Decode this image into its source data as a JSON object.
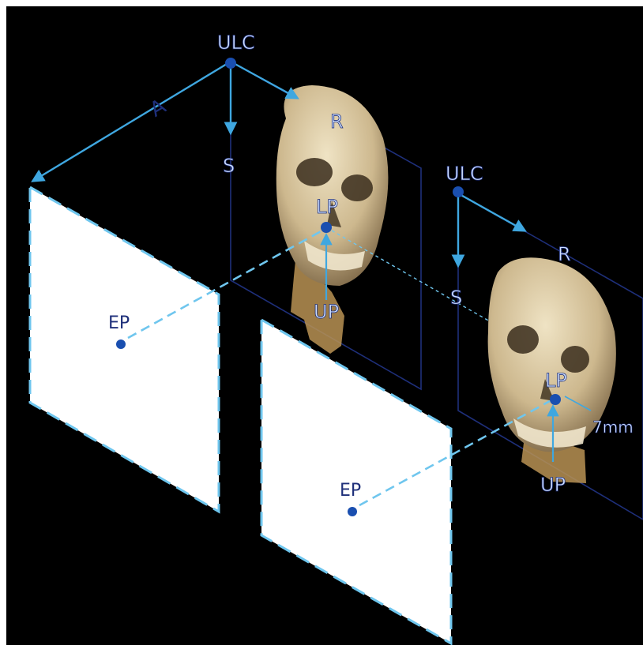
{
  "colors": {
    "background": "#000000",
    "frame": "#ffffff",
    "axis": "#3fa7e0",
    "dashed": "#6fc6ee",
    "outline": "#1e2f7a",
    "point": "#1a4fb0",
    "label": "#cfe0ff",
    "bone": "#d8c8a0",
    "bone_dark": "#8c7450",
    "spine": "#c9a35f",
    "plate": "#ffffff"
  },
  "labels": {
    "ulc_left": "ULC",
    "a_axis": "A",
    "r_axis_left": "R",
    "s_axis_left": "S",
    "lp_left": "LP",
    "up_left": "UP",
    "ep_left": "EP",
    "ulc_right": "ULC",
    "r_axis_right": "R",
    "s_axis_right": "S",
    "lp_right": "LP",
    "up_right": "UP",
    "ep_right": "EP",
    "distance": "7mm"
  }
}
